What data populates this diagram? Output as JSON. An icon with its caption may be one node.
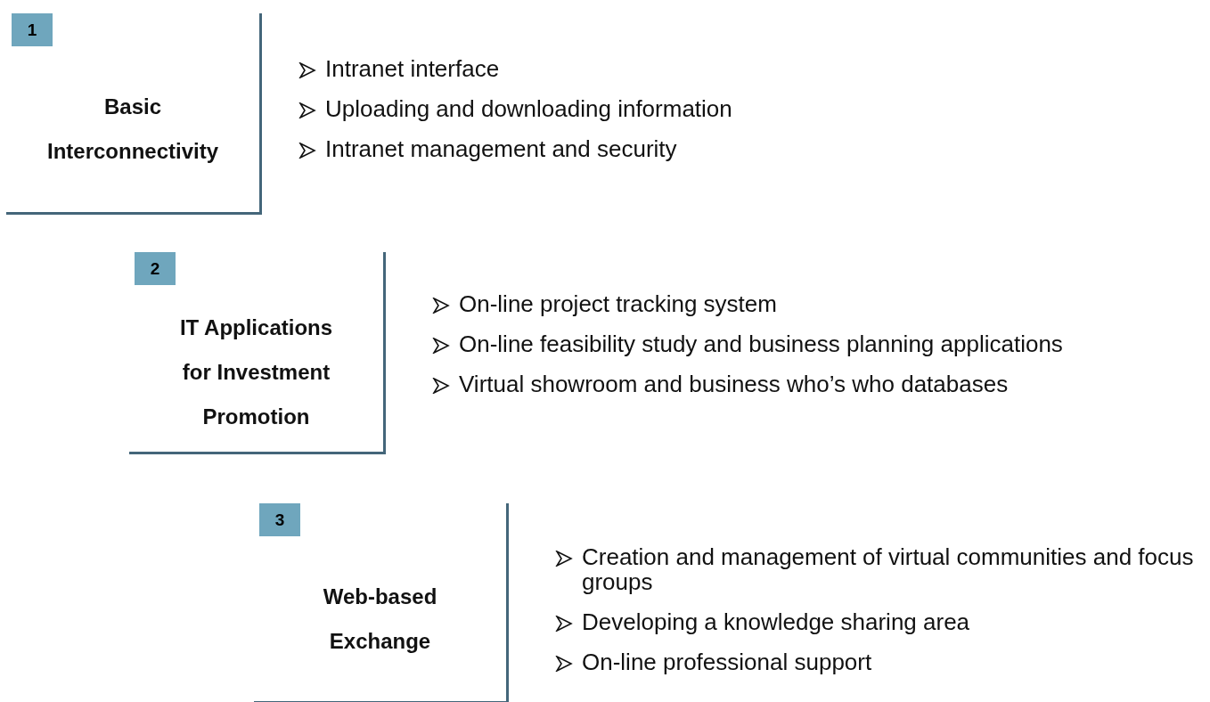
{
  "diagram": {
    "nodes": [
      {
        "text": [
          "1",
          "Basic Interconnectivity"
        ],
        "beside": [
          "Intranet interface",
          "Uploading and downloading information",
          "Intranet management and security"
        ]
      },
      {
        "text": [
          "2",
          "IT Applications for Investment Promotion"
        ],
        "beside": [
          "On-line project tracking system",
          "On-line feasibility study and business planning applications",
          "Virtual showroom and business who’s who databases"
        ]
      },
      {
        "text": [
          "3",
          "Web-based Exchange"
        ],
        "beside": [
          "Creation and  management of virtual communities and focus groups",
          "Developing a knowledge sharing area",
          "On-line professional support"
        ]
      }
    ]
  }
}
